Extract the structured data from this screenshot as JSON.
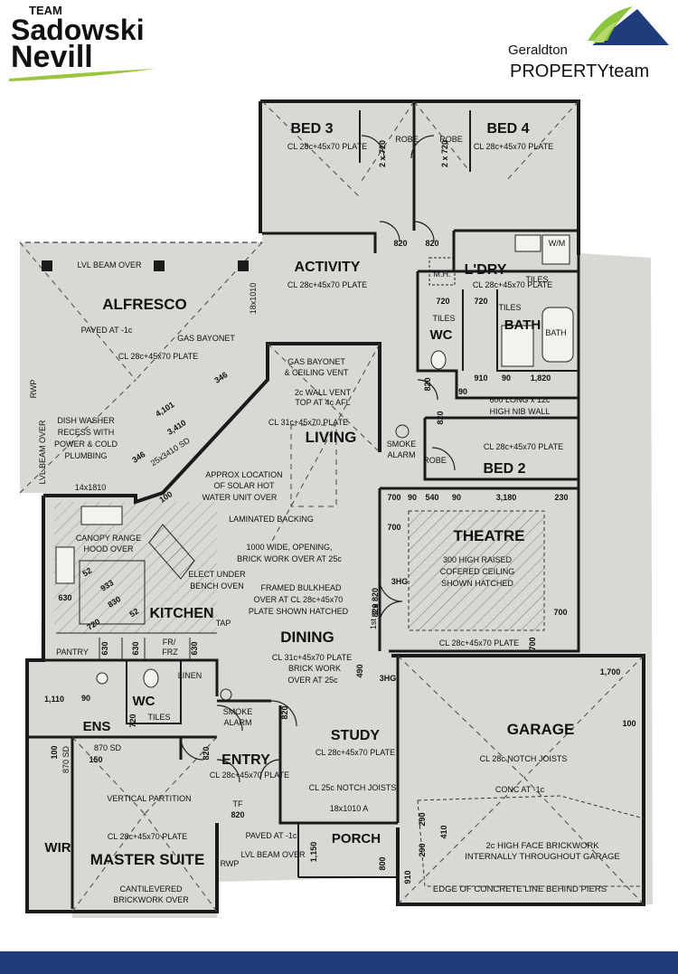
{
  "header": {
    "left_logo": {
      "line1": "TEAM",
      "line2": "Sadowski",
      "line3": "Nevill"
    },
    "right_logo": {
      "line1": "Geraldton",
      "line2": "PROPERTYteam"
    }
  },
  "rooms": [
    {
      "name": "BED 3",
      "spec": "CL 28c+45x70 PLATE"
    },
    {
      "name": "BED 4",
      "spec": "CL 28c+45x70 PLATE"
    },
    {
      "name": "ACTIVITY",
      "spec": "CL 28c+45x70 PLATE"
    },
    {
      "name": "L'DRY",
      "spec": "CL 28c+45x70 PLATE"
    },
    {
      "name": "ALFRESCO",
      "spec": "CL 28c+45x70 PLATE"
    },
    {
      "name": "WC",
      "spec": ""
    },
    {
      "name": "BATH",
      "spec": ""
    },
    {
      "name": "LIVING",
      "spec": "CL 31c+45x70 PLATE"
    },
    {
      "name": "BED 2",
      "spec": "CL 28c+45x70 PLATE"
    },
    {
      "name": "THEATRE",
      "spec": "CL 28c+45x70 PLATE"
    },
    {
      "name": "KITCHEN",
      "spec": ""
    },
    {
      "name": "DINING",
      "spec": "CL 31c+45x70 PLATE"
    },
    {
      "name": "GARAGE",
      "spec": "CL 28c NOTCH JOISTS"
    },
    {
      "name": "ENS",
      "spec": ""
    },
    {
      "name": "WC",
      "spec": ""
    },
    {
      "name": "STUDY",
      "spec": "CL 28c+45x70 PLATE"
    },
    {
      "name": "ENTRY",
      "spec": "CL 28c+45x70 PLATE"
    },
    {
      "name": "WIR",
      "spec": ""
    },
    {
      "name": "MASTER SUITE",
      "spec": "CL 28c+45x70 PLATE"
    },
    {
      "name": "PORCH",
      "spec": ""
    }
  ],
  "notes": [
    "LVL BEAM OVER",
    "PAVED AT -1c",
    "GAS BAYONET",
    "GAS BAYONET",
    "& CEILING VENT",
    "2c WALL VENT",
    "TOP AT 4c AFL",
    "DISH WASHER",
    "RECESS WITH",
    "POWER & COLD",
    "PLUMBING",
    "APPROX LOCATION",
    "OF SOLAR HOT",
    "WATER UNIT OVER",
    "LAMINATED BACKING",
    "CANOPY RANGE",
    "HOOD OVER",
    "ELECT UNDER",
    "BENCH OVEN",
    "1000 WIDE, OPENING,",
    "BRICK WORK OVER AT 25c",
    "FRAMED BULKHEAD",
    "OVER AT CL 28c+45x70",
    "PLATE SHOWN HATCHED",
    "300 HIGH RAISED",
    "COFERED CEILING",
    "SHOWN HATCHED",
    "600 LONG x 12c",
    "HIGH NIB WALL",
    "SMOKE",
    "ALARM",
    "TILES",
    "TILES",
    "TILES",
    "W/M",
    "M.H.",
    "ROBE",
    "ROBE",
    "ROBE",
    "BRICK WORK",
    "OVER AT 25c",
    "SMOKE",
    "ALARM",
    "LINEN",
    "TILES",
    "PANTRY",
    "VERTICAL PARTITION",
    "CL 25c NOTCH JOISTS",
    "CONC AT -1c",
    "2c HIGH FACE BRICKWORK",
    "INTERNALLY THROUGHOUT GARAGE",
    "EDGE OF CONCRETE LINE BEHIND PIERS",
    "PAVED AT -1c",
    "LVL BEAM OVER",
    "CANTILEVERED",
    "BRICKWORK OVER",
    "RWP",
    "RWP",
    "LVL BEAM OVER",
    "TAP",
    "18x1010",
    "18x1010 A",
    "14x1810",
    "25x3410 SD",
    "870 SD",
    "870 SD",
    "1st",
    "TF",
    "FR/",
    "FRZ",
    "BATH"
  ],
  "dimensions": [
    "820",
    "820",
    "820",
    "820",
    "820",
    "820",
    "820",
    "820",
    "2 x 720",
    "2 x 720",
    "720",
    "720",
    "910",
    "90",
    "1,820",
    "90",
    "4,101",
    "3,410",
    "346",
    "346",
    "100",
    "52",
    "933",
    "830",
    "52",
    "630",
    "720",
    "630",
    "630",
    "630",
    "700",
    "700",
    "700",
    "700",
    "3HG",
    "3HG",
    "2 x 820",
    "490",
    "90",
    "540",
    "90",
    "3,180",
    "230",
    "1,700",
    "100",
    "1,110",
    "90",
    "720",
    "100",
    "150",
    "1,150",
    "800",
    "290",
    "290",
    "410",
    "910"
  ]
}
